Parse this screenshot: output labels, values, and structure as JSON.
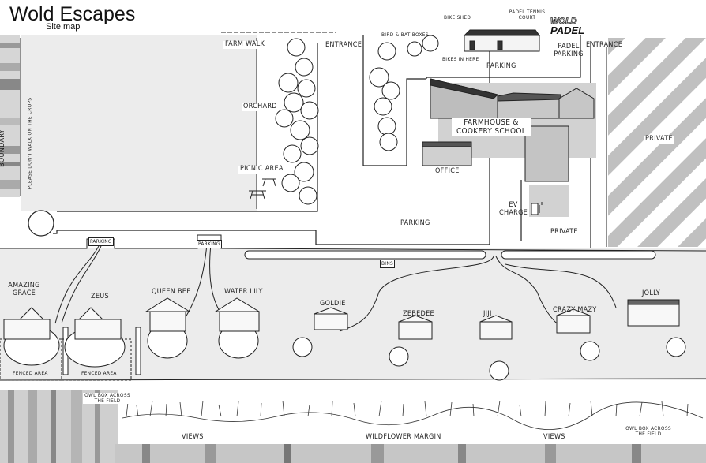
{
  "header": {
    "title": "Wold Escapes",
    "subtitle": "Site map"
  },
  "logo": {
    "line1": "WOLD",
    "line2": "PADEL"
  },
  "labels": {
    "farm_walk": "Farm walk",
    "entrance_1": "Entrance",
    "entrance_2": "Entrance",
    "orchard": "Orchard",
    "picnic_area": "Picnic area",
    "bird_bat_boxes": "Bird & bat boxes",
    "bike_shed": "Bike shed",
    "bikes_in_here": "Bikes in here",
    "padel_court": "Padel tennis court",
    "padel_parking": "Padel parking",
    "parking_top": "Parking",
    "parking_mid": "Parking",
    "parking_left": "Parking",
    "parking_left2": "Parking",
    "farmhouse": "Farmhouse & Cookery School",
    "office": "Office",
    "private_1": "Private",
    "private_2": "Private",
    "ev_charge": "EV charge",
    "boundary": "Boundary",
    "boundary_note": "Please don't walk on the crops",
    "bins": "Bins",
    "fenced_1": "Fenced area",
    "fenced_2": "Fenced area",
    "owl_box_1": "Owl box across the field",
    "owl_box_2": "Owl box across the field",
    "views_1": "Views",
    "views_2": "Views",
    "wildflower": "Wildflower margin"
  },
  "cabins": [
    "Amazing Grace",
    "Zeus",
    "Queen Bee",
    "Water Lily",
    "Goldie",
    "Zebedee",
    "Jiji",
    "Crazy Mazy",
    "Jolly"
  ],
  "colors": {
    "field": "#ececec",
    "stripe_gray": "#b8b8b8",
    "line": "#222222",
    "white": "#ffffff"
  }
}
